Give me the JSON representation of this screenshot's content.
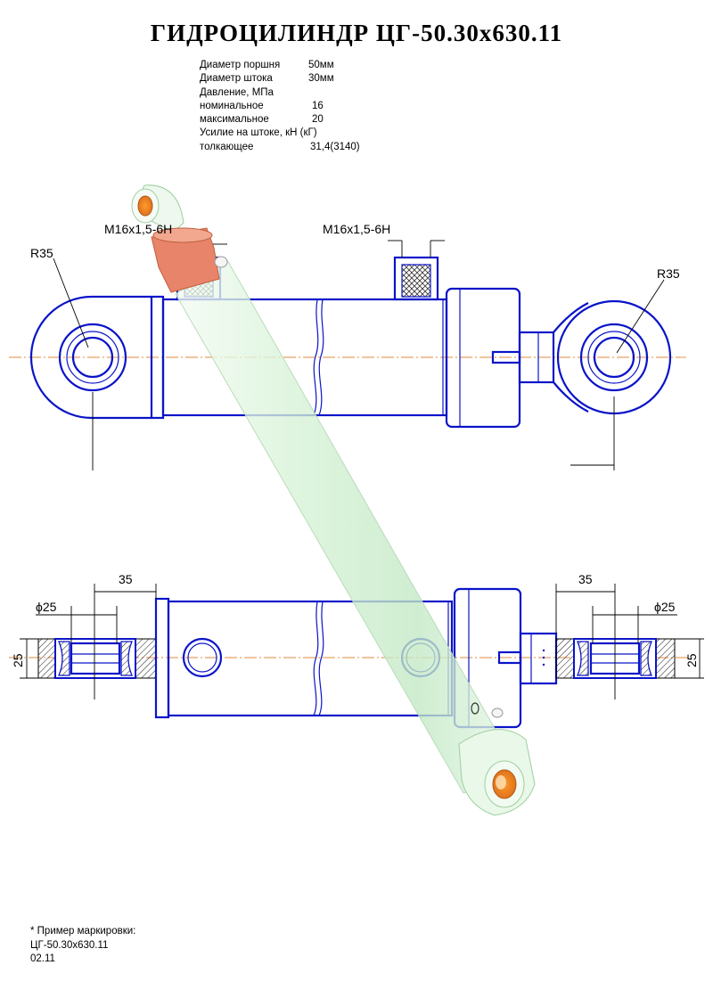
{
  "title": "ГИДРОЦИЛИНДР  ЦГ-50.30х630.11",
  "specs": [
    {
      "label": "Диаметр поршня",
      "value": "50мм"
    },
    {
      "label": "Диаметр штока",
      "value": "30мм"
    },
    {
      "label": "Давление, МПа",
      "value": ""
    },
    {
      "label": "номинальное",
      "value": "16"
    },
    {
      "label": "максимальное",
      "value": "20"
    },
    {
      "label": "Усилие на штоке, кН (кГ)",
      "value": ""
    },
    {
      "label": "толкающее",
      "value": "31,4(3140)"
    }
  ],
  "dimensions": {
    "thread_left": "M16x1,5-6H",
    "thread_right": "M16x1,5-6H",
    "radius_left": "R35",
    "radius_right": "R35",
    "dim35_left": "35",
    "dim35_right": "35",
    "dia_left": "ϕ25",
    "dia_right": "ϕ25",
    "height_left": "25",
    "height_right": "25"
  },
  "footer": {
    "line1": "* Пример маркировки:",
    "line2": "ЦГ-50.30х630.11",
    "line3": "02.11"
  },
  "colors": {
    "outline": "#0a14c8",
    "axis": "#e08a3c",
    "rod": "#cfeecf",
    "bushing": "#e8846a",
    "hatch": "#000000"
  }
}
